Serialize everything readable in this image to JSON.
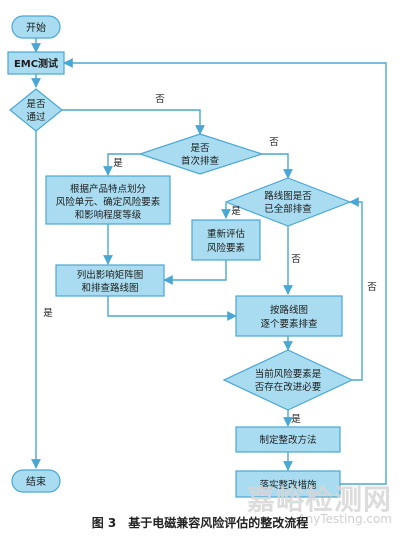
{
  "flow": {
    "start": "开始",
    "emc_test": "EMC测试",
    "pass_q_l1": "是否",
    "pass_q_l2": "通过",
    "first_q_l1": "是否",
    "first_q_l2": "首次排查",
    "partition_l1": "根据产品特点划分",
    "partition_l2": "风险单元、确定风险要素",
    "partition_l3": "和影响程度等级",
    "path_q_l1": "路线图是否",
    "path_q_l2": "已全部排查",
    "reassess_l1": "重新评估",
    "reassess_l2": "风险要素",
    "matrix_l1": "列出影响矩阵图",
    "matrix_l2": "和排查路线图",
    "bypath_l1": "按路线图",
    "bypath_l2": "逐个要素排查",
    "need_q_l1": "当前风险要素是",
    "need_q_l2": "否存在改进必要",
    "plan": "制定整改方法",
    "implement": "落实整改措施",
    "end": "结束",
    "yes": "是",
    "no": "否"
  },
  "caption": "图 3　基于电磁兼容风险评估的整改流程",
  "watermark": {
    "big": "嘉峪检测网",
    "small": "AnyTesting.com"
  },
  "colors": {
    "fill": "#a9dcf0",
    "stroke": "#4aa7d3",
    "line": "#4aa7d3",
    "text": "#1c1c1c"
  }
}
